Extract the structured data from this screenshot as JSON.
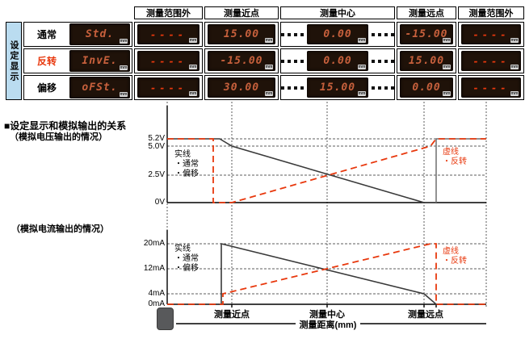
{
  "table": {
    "corner_label": "设定显示",
    "unit_badge": "mm",
    "headers": [
      "测量范围外",
      "测量近点",
      "测量中心",
      "测量远点",
      "测量范围外"
    ],
    "rows": [
      {
        "label": "通常",
        "mode": "Std.",
        "cells": [
          "----",
          "15.00",
          "0.00",
          "-15.00",
          "----"
        ]
      },
      {
        "label": "反转",
        "mode": "InvE.",
        "cells": [
          "----",
          "-15.00",
          "0.00",
          "15.00",
          "----"
        ]
      },
      {
        "label": "偏移",
        "mode": "oFSt.",
        "cells": [
          "----",
          "30.00",
          "15.00",
          "0.00",
          "----"
        ]
      }
    ]
  },
  "section": {
    "title": "■设定显示和模拟输出的关系",
    "voltage_case": "（模拟电压输出的情况）",
    "current_case": "（模拟电流输出的情况）"
  },
  "legend": {
    "solid_title": "实线",
    "solid_item1": "・通常",
    "solid_item2": "・偏移",
    "dashed_title": "虚线",
    "dashed_item": "・反转"
  },
  "voltage_axis": {
    "v52": "5.2V",
    "v50": "5.0V",
    "v25": "2.5V",
    "v0": "0V"
  },
  "current_axis": {
    "a20": "20mA",
    "a12": "12mA",
    "a4": "4mA",
    "a0": "0mA"
  },
  "x_labels": {
    "near": "测量近点",
    "center": "测量中心",
    "far": "测量远点",
    "axis_title": "测量距离(mm)"
  },
  "colors": {
    "accent_red": "#e8380d",
    "led_bg": "#1f1209",
    "led_digit": "#c7603c",
    "corner_blue": "#badcf0"
  },
  "chart_data": [
    {
      "type": "line",
      "title": "模拟电压输出的情况",
      "xlabel": "测量距离(mm)",
      "x_categories": [
        "测量范围外(近)",
        "测量近点",
        "测量中心",
        "测量远点",
        "测量范围外(远)"
      ],
      "ylabel": "模拟电压输出",
      "y_ticks": [
        "0V",
        "2.5V",
        "5.0V",
        "5.2V"
      ],
      "ylim": [
        0,
        5.2
      ],
      "grid": true,
      "legend_position": "inside",
      "series": [
        {
          "name": "实线（通常・偏移）",
          "style": "solid",
          "color": "#3a3a3a",
          "values": [
            5.2,
            5.0,
            2.5,
            0.0,
            5.2
          ]
        },
        {
          "name": "虚线（反转）",
          "style": "dashed",
          "color": "#e8380d",
          "values": [
            5.2,
            0.0,
            2.5,
            5.0,
            5.2
          ]
        }
      ]
    },
    {
      "type": "line",
      "title": "模拟电流输出的情况",
      "xlabel": "测量距离(mm)",
      "x_categories": [
        "测量范围外(近)",
        "测量近点",
        "测量中心",
        "测量远点",
        "测量范围外(远)"
      ],
      "ylabel": "模拟电流输出",
      "y_ticks": [
        "0mA",
        "4mA",
        "12mA",
        "20mA"
      ],
      "ylim": [
        0,
        20
      ],
      "grid": true,
      "legend_position": "inside",
      "series": [
        {
          "name": "实线（通常・偏移）",
          "style": "solid",
          "color": "#3a3a3a",
          "values": [
            0,
            20,
            12,
            4,
            0
          ]
        },
        {
          "name": "虚线（反转）",
          "style": "dashed",
          "color": "#e8380d",
          "values": [
            0,
            4,
            12,
            20,
            0
          ]
        }
      ]
    }
  ]
}
